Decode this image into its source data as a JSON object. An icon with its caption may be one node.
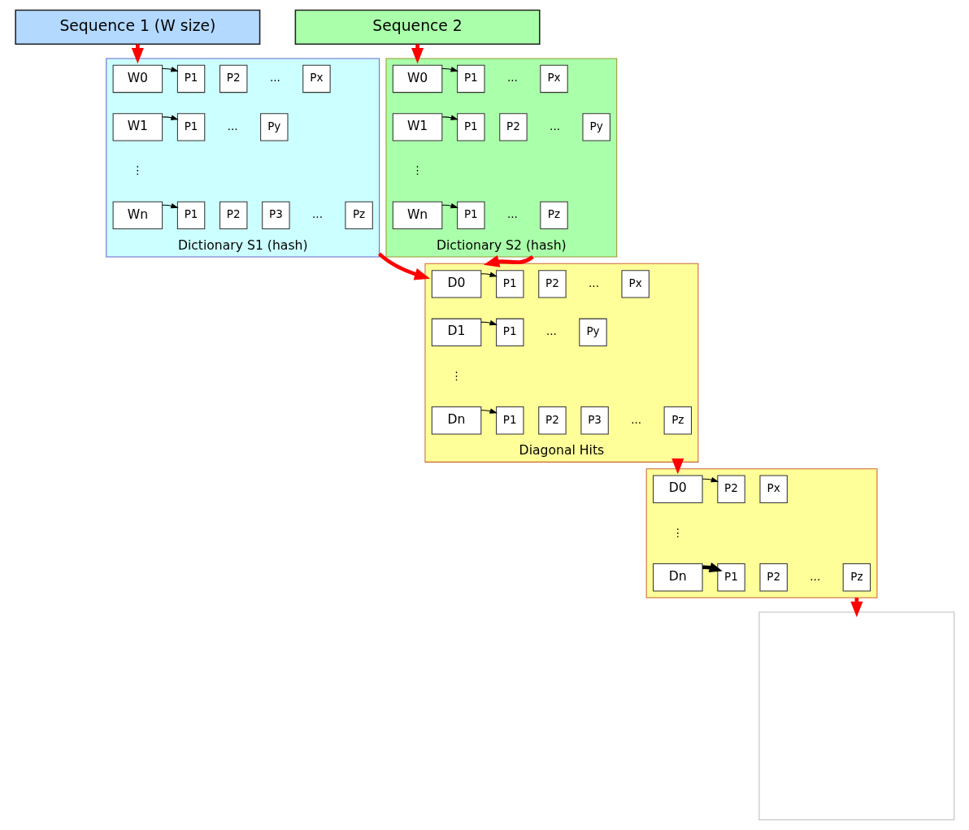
{
  "diagram": {
    "nodes": [
      {
        "text": [
          "Sequence 1 (W size)"
        ]
      },
      {
        "text": [
          "Sequence 2"
        ]
      },
      {
        "text": [
          "Dictionary S1 (hash)"
        ]
      },
      {
        "text": [
          "W0"
        ],
        "in": 2
      },
      {
        "text": [
          "P1"
        ],
        "in": 2
      },
      {
        "text": [
          "P2"
        ],
        "in": 2
      },
      {
        "text": [
          "Px"
        ],
        "in": 2
      },
      {
        "text": [
          "W1"
        ],
        "in": 2
      },
      {
        "text": [
          "P1"
        ],
        "in": 2
      },
      {
        "text": [
          "Py"
        ],
        "in": 2
      },
      {
        "text": [
          "Wn"
        ],
        "in": 2
      },
      {
        "text": [
          "P1"
        ],
        "in": 2
      },
      {
        "text": [
          "P2"
        ],
        "in": 2
      },
      {
        "text": [
          "P3"
        ],
        "in": 2
      },
      {
        "text": [
          "Pz"
        ],
        "in": 2
      },
      {
        "text": [
          "Dictionary S2 (hash)"
        ]
      },
      {
        "text": [
          "W0"
        ],
        "in": 15
      },
      {
        "text": [
          "P1"
        ],
        "in": 15
      },
      {
        "text": [
          "Px"
        ],
        "in": 15
      },
      {
        "text": [
          "W1"
        ],
        "in": 15
      },
      {
        "text": [
          "P1"
        ],
        "in": 15
      },
      {
        "text": [
          "P2"
        ],
        "in": 15
      },
      {
        "text": [
          "Py"
        ],
        "in": 15
      },
      {
        "text": [
          "Wn"
        ],
        "in": 15
      },
      {
        "text": [
          "P1"
        ],
        "in": 15
      },
      {
        "text": [
          "Pz"
        ],
        "in": 15
      },
      {
        "text": [
          "Diagonal Hits"
        ]
      },
      {
        "text": [
          "D0"
        ],
        "in": 26
      },
      {
        "text": [
          "P1"
        ],
        "in": 26
      },
      {
        "text": [
          "P2"
        ],
        "in": 26
      },
      {
        "text": [
          "Px"
        ],
        "in": 26
      },
      {
        "text": [
          "D1"
        ],
        "in": 26
      },
      {
        "text": [
          "P1"
        ],
        "in": 26
      },
      {
        "text": [
          "Py"
        ],
        "in": 26
      },
      {
        "text": [
          "Dn"
        ],
        "in": 26
      },
      {
        "text": [
          "P1"
        ],
        "in": 26
      },
      {
        "text": [
          "P2"
        ],
        "in": 26
      },
      {
        "text": [
          "P3"
        ],
        "in": 26
      },
      {
        "text": [
          "Pz"
        ],
        "in": 26
      },
      {
        "text": [],
        "shape": "box"
      },
      {
        "text": [
          "D0"
        ],
        "in": 39
      },
      {
        "text": [
          "P2"
        ],
        "in": 39
      },
      {
        "text": [
          "Px"
        ],
        "in": 39
      },
      {
        "text": [
          "Dn"
        ],
        "in": 39
      },
      {
        "text": [
          "P1"
        ],
        "in": 39
      },
      {
        "text": [
          "P2"
        ],
        "in": 39
      },
      {
        "text": [
          "Pz"
        ],
        "in": 39
      },
      {
        "text": [],
        "shape": "box"
      }
    ],
    "edges": [
      {
        "from": 0,
        "to": 2,
        "arrow": "to",
        "color": "#ff0000",
        "style": "thick"
      },
      {
        "from": 1,
        "to": 15,
        "arrow": "to",
        "color": "#ff0000",
        "style": "thick"
      },
      {
        "from": 3,
        "to": 4,
        "arrow": "to"
      },
      {
        "from": 7,
        "to": 8,
        "arrow": "to"
      },
      {
        "from": 10,
        "to": 11,
        "arrow": "to"
      },
      {
        "from": 16,
        "to": 17,
        "arrow": "to"
      },
      {
        "from": 19,
        "to": 20,
        "arrow": "to"
      },
      {
        "from": 23,
        "to": 24,
        "arrow": "to"
      },
      {
        "from": 2,
        "to": 26,
        "arrow": "to",
        "color": "#ff0000",
        "style": "thick"
      },
      {
        "from": 15,
        "to": 26,
        "arrow": "to",
        "color": "#ff0000",
        "style": "thick"
      },
      {
        "from": 27,
        "to": 28,
        "arrow": "to"
      },
      {
        "from": 31,
        "to": 32,
        "arrow": "to"
      },
      {
        "from": 34,
        "to": 35,
        "arrow": "to"
      },
      {
        "from": 26,
        "to": 39,
        "arrow": "to",
        "color": "#ff0000",
        "style": "thick"
      },
      {
        "from": 40,
        "to": 41,
        "arrow": "to"
      },
      {
        "from": 43,
        "to": 44,
        "arrow": "to",
        "style": "thick"
      },
      {
        "from": 39,
        "to": 47,
        "arrow": "to",
        "color": "#ff0000",
        "style": "thick"
      }
    ],
    "labels": [
      "...",
      "...",
      "...",
      "...",
      "⋮",
      "⋮",
      "...",
      "...",
      "...",
      "...",
      "⋮",
      "...",
      "⋮",
      "..."
    ]
  }
}
